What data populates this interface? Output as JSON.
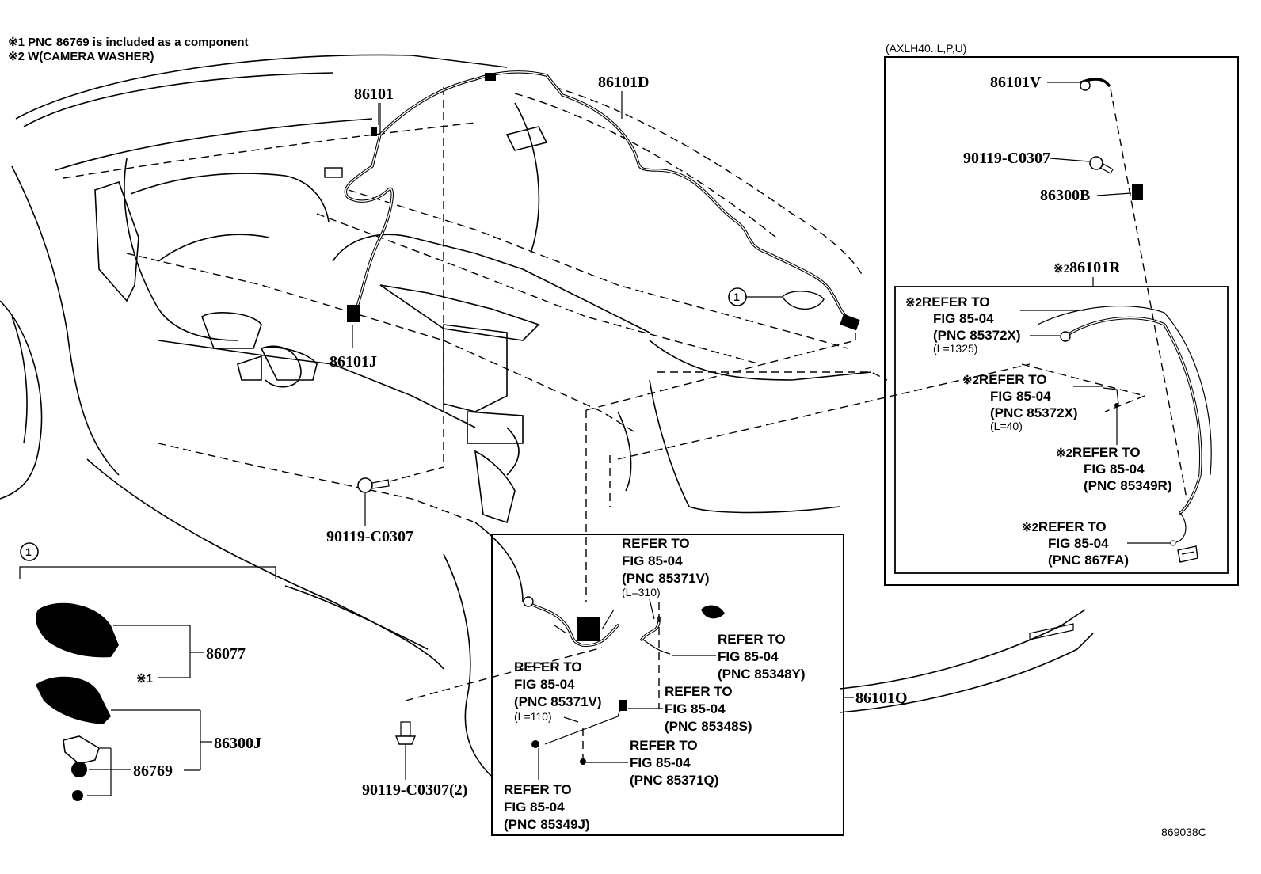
{
  "notes": {
    "note1": "※1 PNC 86769 is included as a component",
    "note2": "※2 W(CAMERA WASHER)"
  },
  "variant_label": "(AXLH40..L,P,U)",
  "drawing_id": "869038C",
  "callout_marker": "1",
  "parts": {
    "p86101": "86101",
    "p86101D": "86101D",
    "p86101J": "86101J",
    "p86101Q": "86101Q",
    "p86101V": "86101V",
    "p86300B": "86300B",
    "p86101R": "86101R",
    "p86101R_mark": "※2",
    "bolt_inset": "90119-C0307",
    "bolt_main": "90119-C0307",
    "bolt_lower": "90119-C0307(2)",
    "p86077": "86077",
    "p86077_mark": "※1",
    "p86300J": "86300J",
    "p86769": "86769"
  },
  "inset_refs": [
    {
      "mark": "※2",
      "l1": "REFER TO",
      "l2": "FIG 85-04",
      "l3": "(PNC 85372X)",
      "l4": "(L=1325)"
    },
    {
      "mark": "※2",
      "l1": "REFER TO",
      "l2": "FIG 85-04",
      "l3": "(PNC 85372X)",
      "l4": "(L=40)"
    },
    {
      "mark": "※2",
      "l1": "REFER TO",
      "l2": "FIG 85-04",
      "l3": "(PNC 85349R)"
    },
    {
      "mark": "※2",
      "l1": "REFER TO",
      "l2": "FIG 85-04",
      "l3": "(PNC 867FA)"
    }
  ],
  "box_refs": [
    {
      "l1": "REFER TO",
      "l2": "FIG 85-04",
      "l3": "(PNC 85371V)",
      "l4": "(L=310)"
    },
    {
      "l1": "REFER TO",
      "l2": "FIG 85-04",
      "l3": "(PNC 85348Y)"
    },
    {
      "l1": "REFER TO",
      "l2": "FIG 85-04",
      "l3": "(PNC 85371V)",
      "l4": "(L=110)"
    },
    {
      "l1": "REFER TO",
      "l2": "FIG 85-04",
      "l3": "(PNC 85348S)"
    },
    {
      "l1": "REFER TO",
      "l2": "FIG 85-04",
      "l3": "(PNC 85371Q)"
    },
    {
      "l1": "REFER TO",
      "l2": "FIG 85-04",
      "l3": "(PNC 85349J)"
    }
  ]
}
